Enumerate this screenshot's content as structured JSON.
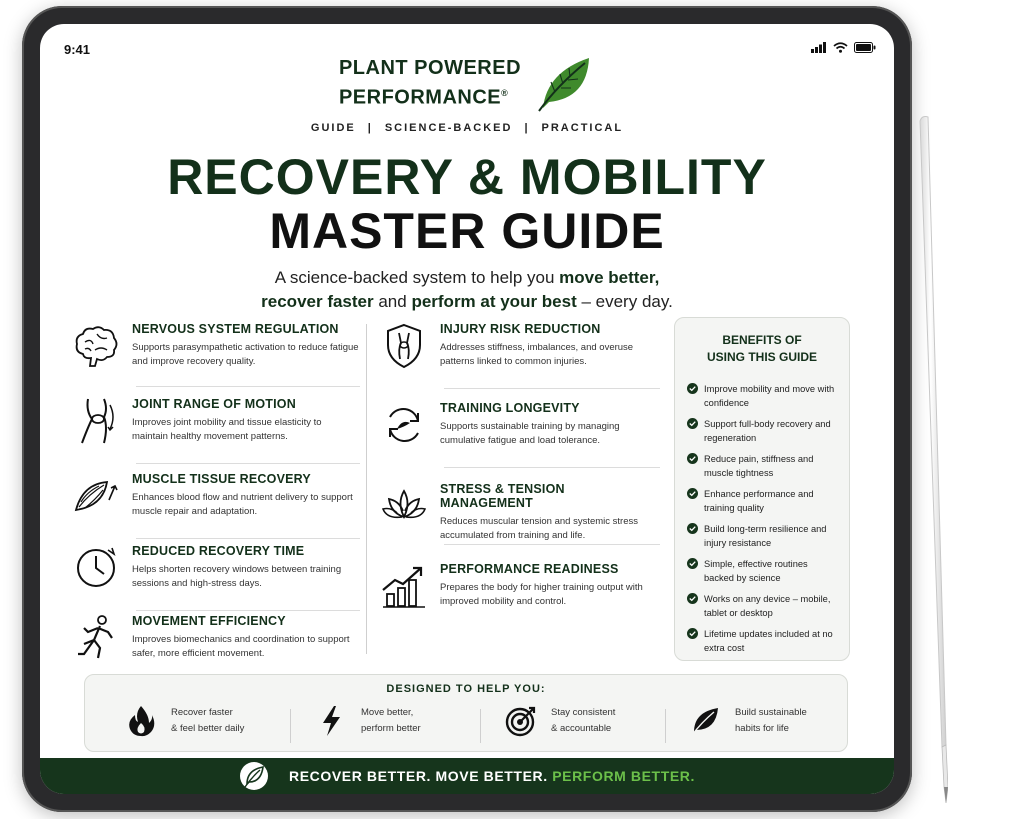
{
  "status_bar": {
    "time": "9:41"
  },
  "brand": {
    "line1": "PLANT POWERED",
    "line2": "PERFORMANCE",
    "mark": "®"
  },
  "tagline": [
    "GUIDE",
    "|",
    "SCIENCE-BACKED",
    "|",
    "PRACTICAL"
  ],
  "title": {
    "line1": "RECOVERY & MOBILITY",
    "line2": "MASTER GUIDE"
  },
  "subtitle": {
    "p1": "A science-backed system to help you ",
    "b1": "move better,",
    "b2": "recover faster",
    "p2": " and ",
    "b3": "perform at your best",
    "p3": " – every day."
  },
  "features_left": [
    {
      "icon": "brain-icon",
      "title": "NERVOUS SYSTEM REGULATION",
      "desc": "Supports parasympathetic activation to reduce fatigue and improve recovery quality."
    },
    {
      "icon": "knee-joint-icon",
      "title": "JOINT RANGE OF MOTION",
      "desc": "Improves joint mobility and tissue elasticity to maintain healthy movement patterns."
    },
    {
      "icon": "muscle-fiber-icon",
      "title": "MUSCLE TISSUE RECOVERY",
      "desc": "Enhances blood flow and nutrient delivery to support muscle repair and adaptation."
    },
    {
      "icon": "clock-icon",
      "title": "REDUCED RECOVERY TIME",
      "desc": "Helps shorten recovery windows between training sessions and high-stress days."
    },
    {
      "icon": "runner-icon",
      "title": "MOVEMENT EFFICIENCY",
      "desc": "Improves biomechanics and coordination to support safer, more efficient movement."
    }
  ],
  "features_mid": [
    {
      "icon": "shield-joint-icon",
      "title": "INJURY RISK REDUCTION",
      "desc": "Addresses stiffness, imbalances, and overuse patterns linked to common injuries."
    },
    {
      "icon": "cycle-arrows-icon",
      "title": "TRAINING LONGEVITY",
      "desc": "Supports sustainable training by managing cumulative fatigue and load tolerance."
    },
    {
      "icon": "lotus-icon",
      "title": "STRESS & TENSION MANAGEMENT",
      "desc": "Reduces muscular tension and systemic stress accumulated from training and life."
    },
    {
      "icon": "growth-chart-icon",
      "title": "PERFORMANCE READINESS",
      "desc": "Prepares the body for higher training output with improved mobility and control."
    }
  ],
  "benefits": {
    "title_line1": "BENEFITS OF",
    "title_line2": "USING THIS GUIDE",
    "items": [
      "Improve mobility and move with confidence",
      "Support full-body recovery and regeneration",
      "Reduce pain, stiffness and muscle tightness",
      "Enhance performance and training quality",
      "Build long-term resilience and injury resistance",
      "Simple, effective routines backed by science",
      "Works on any device – mobile, tablet or desktop",
      "Lifetime updates included at no extra cost"
    ]
  },
  "designed": {
    "title": "DESIGNED TO HELP YOU:",
    "items": [
      {
        "icon": "flame-icon",
        "line1": "Recover faster",
        "line2": "& feel better daily"
      },
      {
        "icon": "lightning-icon",
        "line1": "Move better,",
        "line2": "perform better"
      },
      {
        "icon": "target-icon",
        "line1": "Stay consistent",
        "line2": "& accountable"
      },
      {
        "icon": "leaf-icon",
        "line1": "Build sustainable",
        "line2": "habits for life"
      }
    ]
  },
  "footer": {
    "part1": "RECOVER BETTER. MOVE BETTER.",
    "part2": "PERFORM BETTER."
  },
  "colors": {
    "brand_dark_green": "#13301a",
    "footer_bg": "#16351c",
    "accent_green": "#6cc04a",
    "leaf_green": "#3f8a2c"
  }
}
